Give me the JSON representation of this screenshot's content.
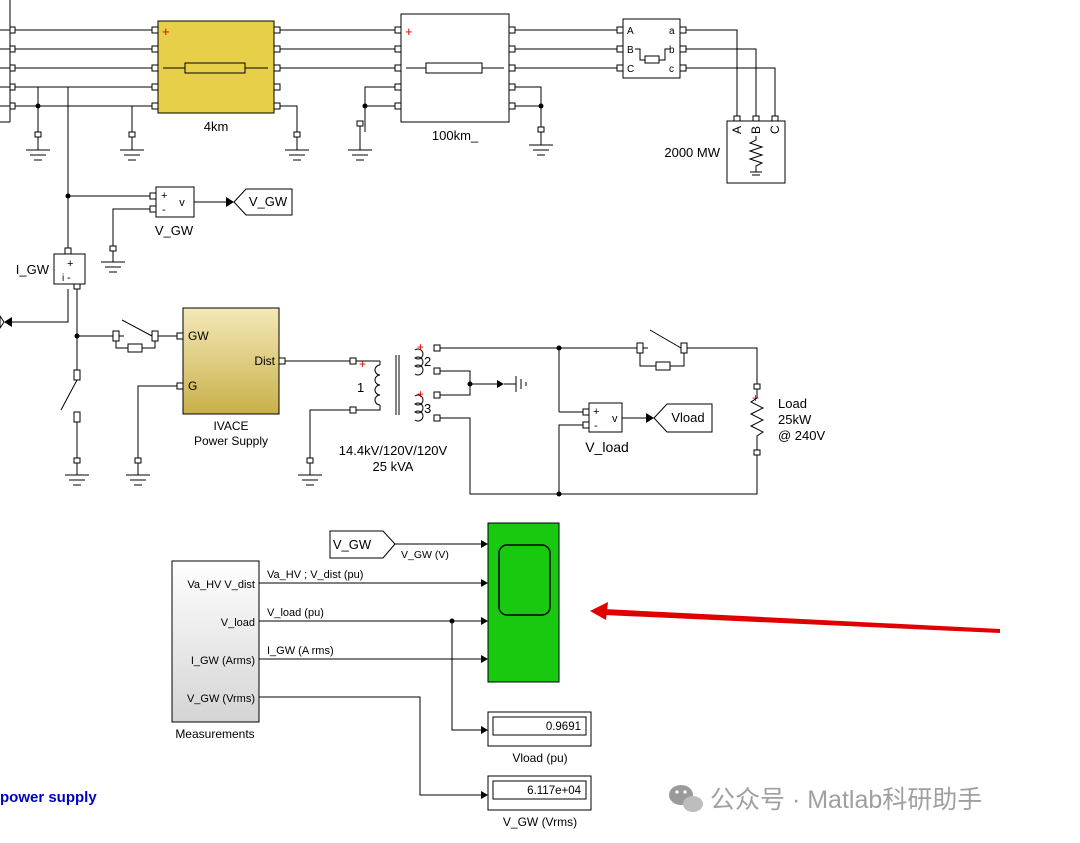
{
  "colors": {
    "line_block_yellow": "#e8cf4a",
    "ivace_block": "#d6c05a",
    "scope_green": "#19c90f",
    "arrow_red": "#e00000",
    "title_blue": "#0000cc"
  },
  "blocks": {
    "line_4km_label": "4km",
    "line_100km_label": "100km_",
    "load_2000mw_label": "2000 MW",
    "load_2000mw_ports": [
      "A",
      "B",
      "C"
    ],
    "transformer_abc_ports_left": [
      "A",
      "B",
      "C"
    ],
    "transformer_abc_ports_right": [
      "a",
      "b",
      "c"
    ],
    "vm_gw_label": "V_GW",
    "vm_gw_plus": "+",
    "vm_gw_minus": "-",
    "vm_gw_v": "v",
    "goto_vgw": "V_GW",
    "im_gw_label": "I_GW",
    "ivace_port_gw": "GW",
    "ivace_port_g": "G",
    "ivace_port_dist": "Dist",
    "ivace_name": "IVACE",
    "ivace_name2": "Power Supply",
    "xfmr_w1": "1",
    "xfmr_w2": "2",
    "xfmr_w3": "3",
    "xfmr_rating1": "14.4kV/120V/120V",
    "xfmr_rating2": "25 kVA",
    "vm_load_label": "V_load",
    "vm_load_v": "v",
    "goto_vload": "Vload",
    "load_label1": "Load",
    "load_label2": "25kW",
    "load_label3": "@ 240V"
  },
  "measurements": {
    "block_label": "Measurements",
    "outputs": [
      "Va_HV V_dist",
      "V_load",
      "I_GW (Arms)",
      "V_GW (Vrms)"
    ],
    "signal_labels": [
      "Va_HV ;  V_dist (pu)",
      "V_load (pu)",
      "I_GW (A rms)"
    ],
    "from_vgw": "V_GW",
    "from_vgw_signal": "V_GW (V)"
  },
  "displays": {
    "vload_value": "0.9691",
    "vload_label": "Vload (pu)",
    "vgw_value": "6.117e+04",
    "vgw_label": "V_GW  (Vrms)"
  },
  "footer": {
    "title_fragment": "power supply",
    "watermark": "公众号 · Matlab科研助手"
  }
}
